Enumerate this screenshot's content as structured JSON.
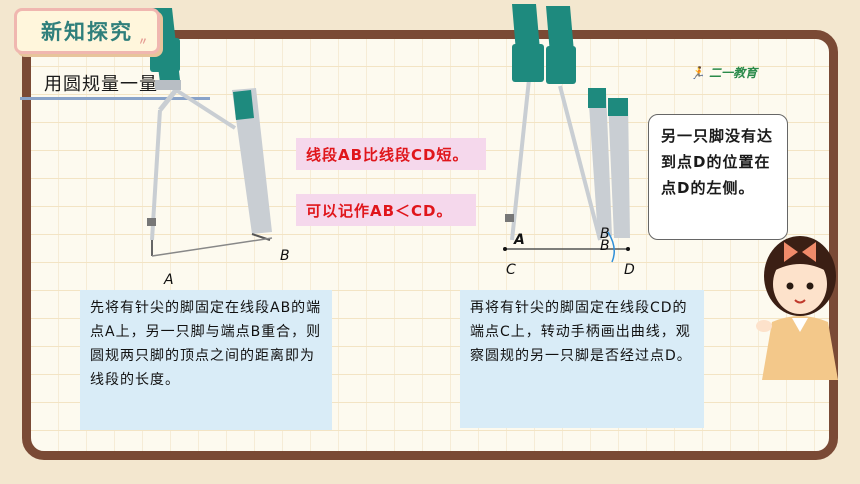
{
  "header": {
    "title": "新知探究"
  },
  "section": {
    "label": "用圆规量一量"
  },
  "logo": {
    "text": "二一教育"
  },
  "statements": {
    "compare": "线段AB比线段CD短。",
    "notation": "可以记作AB＜CD。"
  },
  "left_figure": {
    "point_a": "A",
    "point_b": "B"
  },
  "right_figure": {
    "point_a": "A",
    "point_b1": "B",
    "point_b2": "B",
    "point_c": "C",
    "point_d": "D"
  },
  "left_caption": "先将有针尖的脚固定在线段AB的端点A上，另一只脚与端点B重合，则圆规两只脚的顶点之间的距离即为线段的长度。",
  "right_caption": "再将有针尖的脚固定在线段CD的端点C上，转动手柄画出曲线，观察圆规的另一只脚是否经过点D。",
  "speech_bubble": "另一只脚没有达到点D的位置在点D的左侧。",
  "colors": {
    "board_frame": "#7a4a35",
    "compass_teal": "#1e8a7e",
    "red_text": "#e0161b",
    "blue_box": "#d9ecf7",
    "pink_box": "#f5d8ec"
  }
}
